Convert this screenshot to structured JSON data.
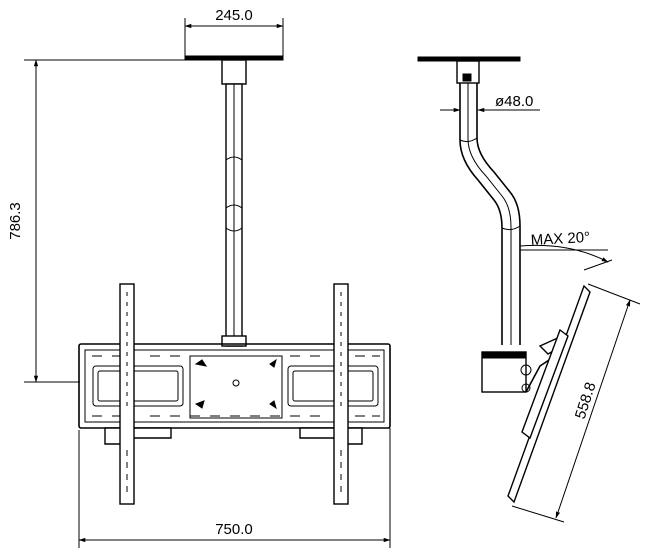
{
  "dimensions": {
    "top_plate_width": "245.0",
    "total_height": "786.3",
    "pole_diameter": "ø48.0",
    "tilt": "MAX  20°",
    "bracket_height": "558.8",
    "bracket_width": "750.0"
  }
}
